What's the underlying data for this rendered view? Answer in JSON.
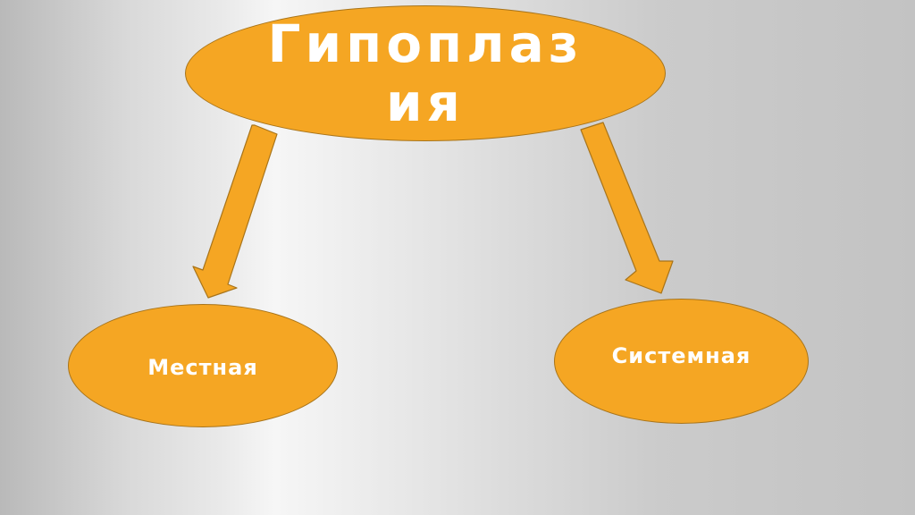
{
  "diagram": {
    "root": {
      "label": "Гипоплазия"
    },
    "children": [
      {
        "label": "Местная"
      },
      {
        "label": "Системная"
      }
    ]
  },
  "colors": {
    "node_fill": "#f5a623",
    "node_border": "#a8741a",
    "arrow_fill": "#f5a623",
    "text": "#ffffff"
  }
}
